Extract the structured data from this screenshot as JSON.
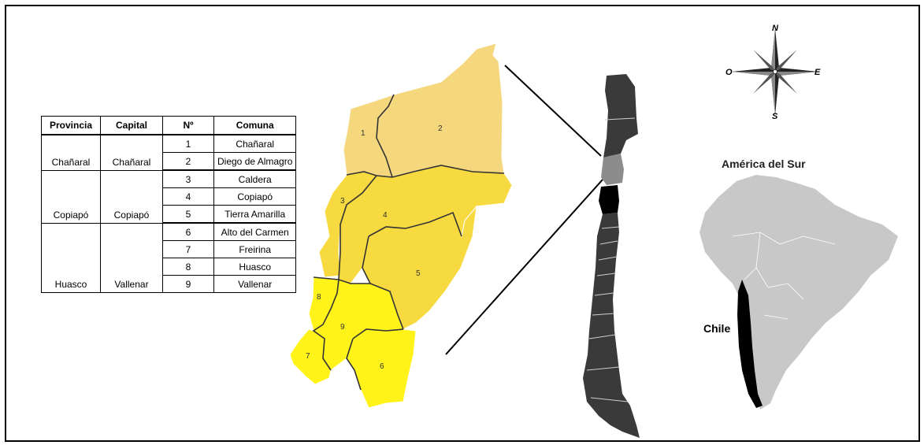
{
  "table": {
    "headers": [
      "Provincia",
      "Capital",
      "Nº",
      "Comuna"
    ],
    "groups": [
      {
        "provincia": "Chañaral",
        "capital": "Chañaral",
        "rows": [
          {
            "n": "1",
            "comuna": "Chañaral"
          },
          {
            "n": "2",
            "comuna": "Diego de Almagro"
          }
        ]
      },
      {
        "provincia": "Copiapó",
        "capital": "Copiapó",
        "rows": [
          {
            "n": "3",
            "comuna": "Caldera"
          },
          {
            "n": "4",
            "comuna": "Copiapó"
          },
          {
            "n": "5",
            "comuna": "Tierra Amarilla"
          }
        ]
      },
      {
        "provincia": "Huasco",
        "capital": "Vallenar",
        "rows": [
          {
            "n": "6",
            "comuna": "Alto del Carmen"
          },
          {
            "n": "7",
            "comuna": "Freirina"
          },
          {
            "n": "8",
            "comuna": "Huasco"
          },
          {
            "n": "9",
            "comuna": "Vallenar"
          }
        ]
      }
    ]
  },
  "map": {
    "region_labels": [
      "1",
      "2",
      "3",
      "4",
      "5",
      "6",
      "7",
      "8",
      "9"
    ],
    "colors": {
      "chanaral": "#f5d77e",
      "copiapo": "#f7d940",
      "huasco": "#fff31a",
      "chile_dark": "#3a3a3a",
      "chile_highlight": "#8c8c8c",
      "chile_black": "#000000",
      "south_america": "#c8c8c8"
    }
  },
  "compass": {
    "n": "N",
    "s": "S",
    "e": "E",
    "o": "O"
  },
  "labels": {
    "south_america": "América del Sur",
    "chile": "Chile"
  }
}
